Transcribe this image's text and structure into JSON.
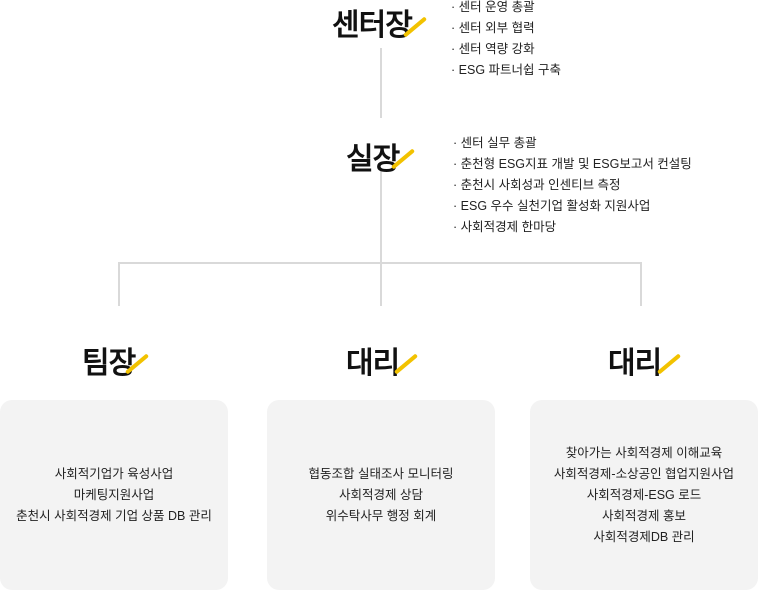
{
  "center_head": {
    "title": "센터장",
    "duties": [
      "센터 운영 총괄",
      "센터 외부 협력",
      "센터 역량 강화",
      "ESG 파트너쉽 구축"
    ]
  },
  "office_head": {
    "title": "실장",
    "duties": [
      "센터 실무 총괄",
      "춘천형 ESG지표 개발 및 ESG보고서 컨설팅",
      "춘천시 사회성과 인센티브 측정",
      "ESG 우수 실천기업 활성화 지원사업",
      "사회적경제 한마당"
    ]
  },
  "teams": [
    {
      "title": "팀장",
      "duties": [
        "사회적기업가 육성사업",
        "마케팅지원사업",
        "춘천시 사회적경제 기업 상품 DB 관리"
      ]
    },
    {
      "title": "대리",
      "duties": [
        "협동조합 실태조사 모니터링",
        "사회적경제 상담",
        "위수탁사무 행정 회계"
      ]
    },
    {
      "title": "대리",
      "duties": [
        "찾아가는 사회적경제 이해교육",
        "사회적경제-소상공인 협업지원사업",
        "사회적경제-ESG 로드",
        "사회적경제 홍보",
        "사회적경제DB 관리"
      ]
    }
  ],
  "colors": {
    "accent": "#f2c200",
    "line": "#d9d9d9",
    "box": "#f3f3f3"
  }
}
